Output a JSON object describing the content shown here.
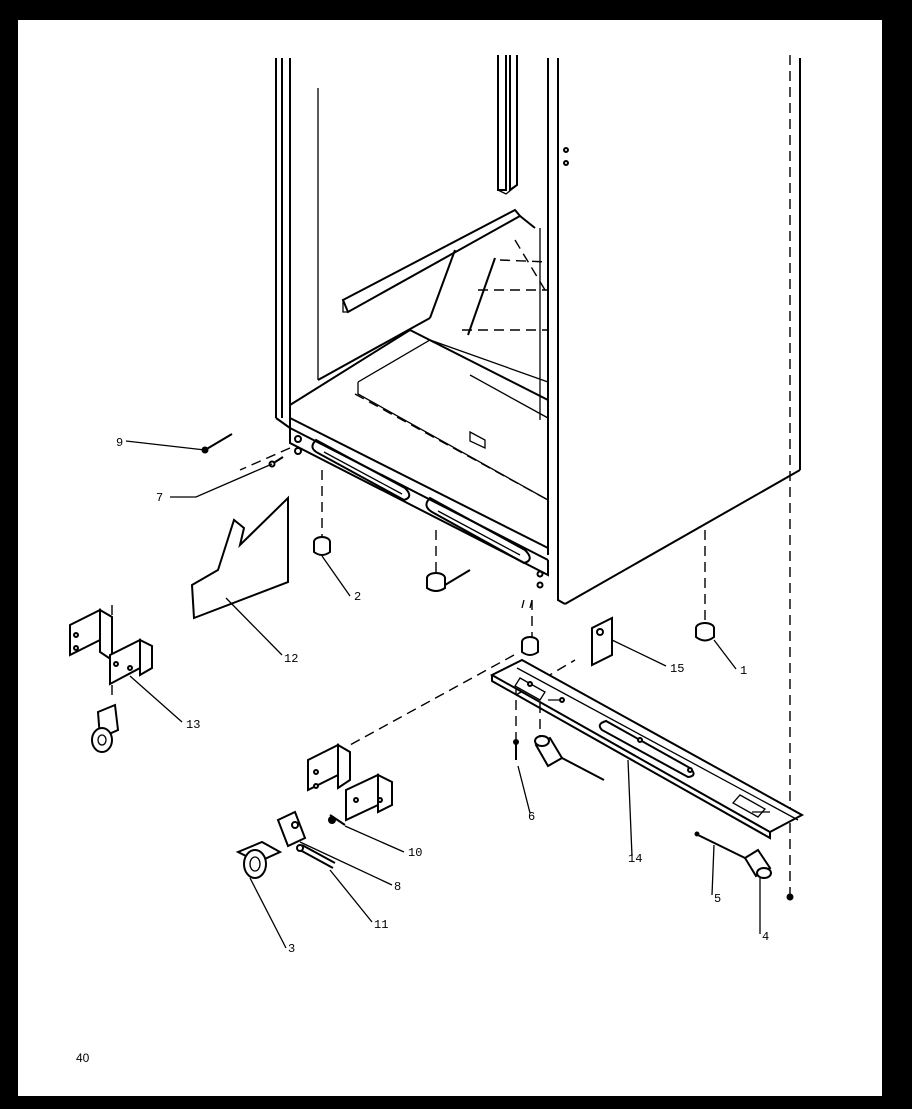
{
  "diagram": {
    "callouts": [
      "1",
      "2",
      "3",
      "4",
      "5",
      "6",
      "7",
      "8",
      "9",
      "10",
      "11",
      "12",
      "13",
      "14",
      "15"
    ]
  },
  "page": {
    "number": "40"
  }
}
